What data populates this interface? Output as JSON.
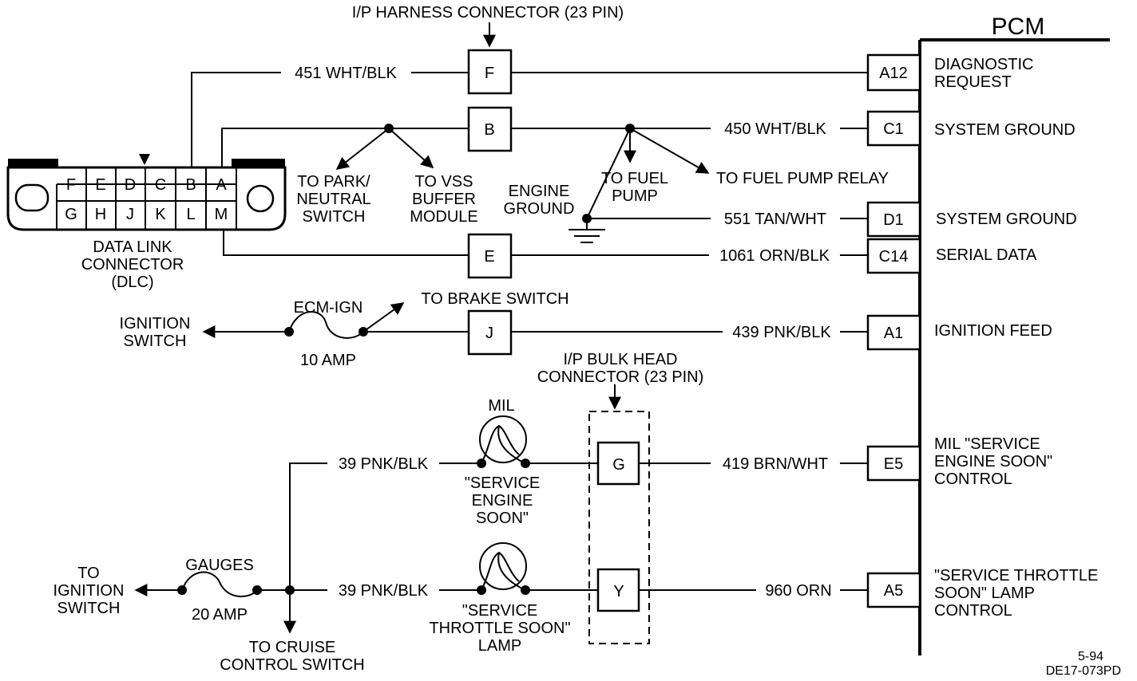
{
  "pcm": {
    "title": "PCM",
    "pins": [
      {
        "pin": "A12",
        "wire": "451 WHT/BLK",
        "function": [
          "DIAGNOSTIC",
          "REQUEST"
        ]
      },
      {
        "pin": "C1",
        "wire": "450 WHT/BLK",
        "function": [
          "SYSTEM GROUND"
        ]
      },
      {
        "pin": "D1",
        "wire": "551 TAN/WHT",
        "function": [
          "SYSTEM GROUND"
        ]
      },
      {
        "pin": "C14",
        "wire": "1061 ORN/BLK",
        "function": [
          "SERIAL DATA"
        ]
      },
      {
        "pin": "A1",
        "wire": "439 PNK/BLK",
        "function": [
          "IGNITION FEED"
        ]
      },
      {
        "pin": "E5",
        "wire": "419 BRN/WHT",
        "function": [
          "MIL \"SERVICE",
          "ENGINE SOON\"",
          "CONTROL"
        ]
      },
      {
        "pin": "A5",
        "wire": "960 ORN",
        "function": [
          "\"SERVICE THROTTLE",
          "SOON\" LAMP",
          "CONTROL"
        ]
      }
    ]
  },
  "ip_harness": {
    "title": "I/P HARNESS CONNECTOR (23 PIN)",
    "terminals": [
      "F",
      "B",
      "E",
      "J"
    ]
  },
  "ip_bulkhead": {
    "title": [
      "I/P BULK HEAD",
      "CONNECTOR (23 PIN)"
    ],
    "terminals": [
      "G",
      "Y"
    ]
  },
  "dlc": {
    "pins_top": [
      "F",
      "E",
      "D",
      "C",
      "B",
      "A"
    ],
    "pins_bottom": [
      "G",
      "H",
      "J",
      "K",
      "L",
      "M"
    ],
    "label": [
      "DATA LINK",
      "CONNECTOR",
      "(DLC)"
    ]
  },
  "labels": {
    "park_neutral": [
      "TO PARK/",
      "NEUTRAL",
      "SWITCH"
    ],
    "vss_buffer": [
      "TO VSS",
      "BUFFER",
      "MODULE"
    ],
    "fuel_pump": [
      "TO FUEL",
      "PUMP"
    ],
    "fuel_pump_relay": "TO FUEL PUMP RELAY",
    "engine_ground": [
      "ENGINE",
      "GROUND"
    ],
    "brake_switch": "TO BRAKE SWITCH",
    "ignition_switch_1": [
      "IGNITION",
      "SWITCH"
    ],
    "fuse_ecm_name": "ECM-IGN",
    "fuse_ecm_rating": "10 AMP",
    "mil": "MIL",
    "mil_lamp": [
      "\"SERVICE",
      "ENGINE",
      "SOON\""
    ],
    "wire_39_a": "39 PNK/BLK",
    "wire_39_b": "39 PNK/BLK",
    "throttle_lamp": [
      "\"SERVICE",
      "THROTTLE SOON\"",
      "LAMP"
    ],
    "ignition_switch_2": [
      "TO",
      "IGNITION",
      "SWITCH"
    ],
    "fuse_gauges_name": "GAUGES",
    "fuse_gauges_rating": "20 AMP",
    "cruise_switch": [
      "TO CRUISE",
      "CONTROL SWITCH"
    ]
  },
  "footer": {
    "date": "5-94",
    "code": "DE17-073PD"
  }
}
